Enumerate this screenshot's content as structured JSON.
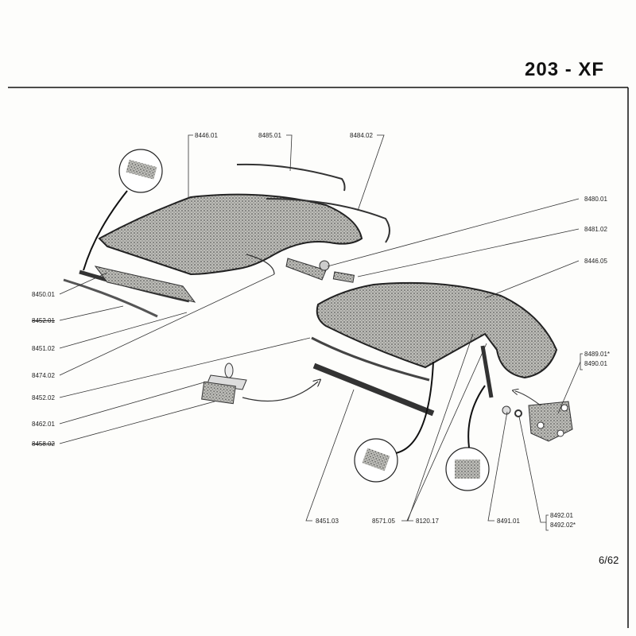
{
  "header": {
    "title": "203 - XF"
  },
  "labels": {
    "l8446_01": "8446.01",
    "l8485_01": "8485.01",
    "l8484_02": "8484.02",
    "l8480_01": "8480.01",
    "l8481_02": "8481.02",
    "l8446_05": "8446.05",
    "l8450_01": "8450.01",
    "l8452_01": "8452.01",
    "l8451_02": "8451.02",
    "l8474_02": "8474.02",
    "l8452_02": "8452.02",
    "l8462_01": "8462.01",
    "l8458_02": "8458.02",
    "l8489_01": "8489.01*",
    "l8490_01": "8490.01",
    "l8451_03": "8451.03",
    "l8571_05": "8571.05",
    "l8120_17": "8120.17",
    "l8491_01": "8491.01",
    "l8492_01": "8492.01",
    "l8492_02": "8492.02*"
  },
  "footer": {
    "page": "6/62"
  }
}
